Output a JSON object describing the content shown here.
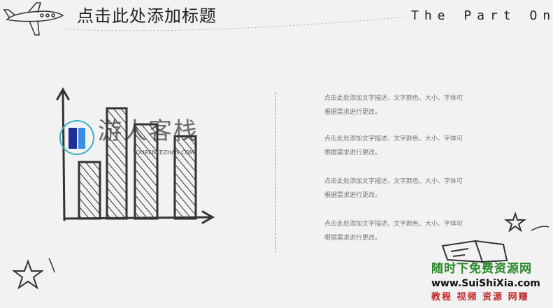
{
  "slide": {
    "title": "点击此处添加标题",
    "part_label": "The Part One",
    "descriptions": [
      {
        "line1": "点击此处添加文字描述、文字颜色、大小、字体可",
        "line2": "根据需求进行更改。"
      },
      {
        "line1": "点击此处添加文字描述、文字颜色、大小、字体可",
        "line2": "根据需求进行更改。"
      },
      {
        "line1": "点击此处添加文字描述、文字颜色、大小、字体可",
        "line2": "根据需求进行更改。"
      },
      {
        "line1": "点击此处添加文字描述、文字颜色、大小、字体可",
        "line2": "根据需求进行更改。"
      }
    ]
  },
  "watermarks": {
    "logo_text": "游人客栈",
    "logo_sub": "YOURENKEZHAN.COM",
    "site_cn": "随时下免费资源网",
    "site_url": "www.SuiShiXia.com",
    "site_tags": "教程 视频 资源 网赚"
  },
  "icons": [
    "airplane-icon",
    "bar-chart-doodle",
    "star-icon",
    "open-book-icon"
  ]
}
